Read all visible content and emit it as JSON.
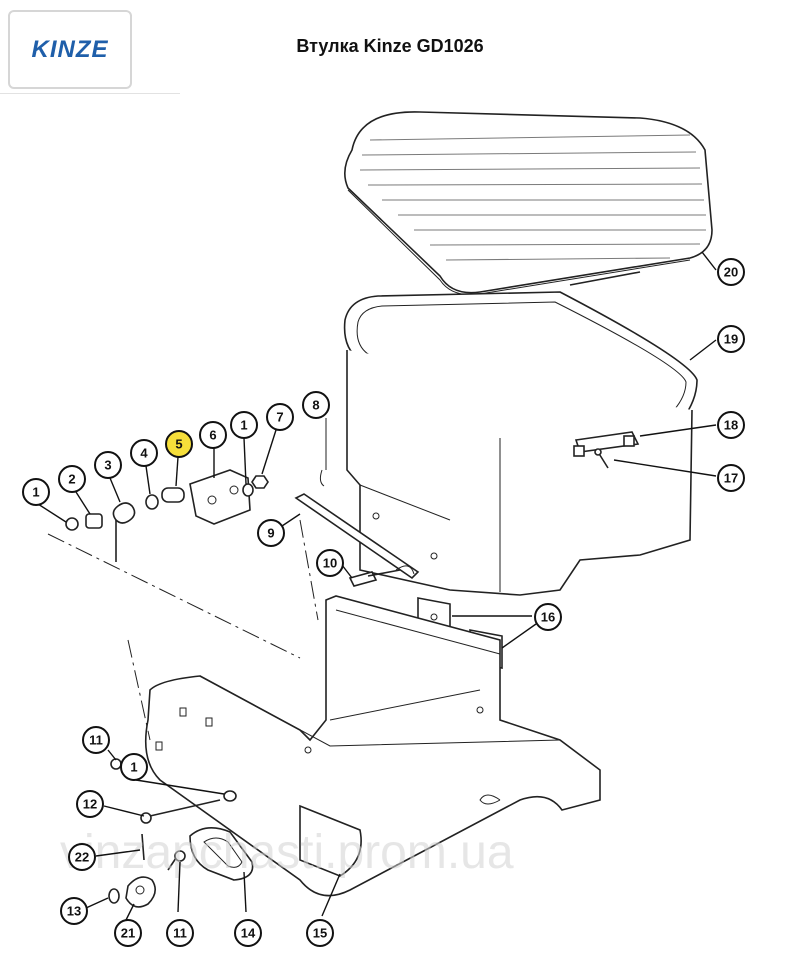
{
  "logo": {
    "text": "KINZE",
    "color": "#1f5faa"
  },
  "title": "Втулка Kinze GD1026",
  "watermark": "vinzapchasti.prom.ua",
  "highlight_color": "#f6df3a",
  "callouts": [
    {
      "id": "c1a",
      "label": "1"
    },
    {
      "id": "c2",
      "label": "2"
    },
    {
      "id": "c3",
      "label": "3"
    },
    {
      "id": "c4",
      "label": "4"
    },
    {
      "id": "c5",
      "label": "5",
      "highlighted": true
    },
    {
      "id": "c6",
      "label": "6"
    },
    {
      "id": "c1b",
      "label": "1"
    },
    {
      "id": "c7",
      "label": "7"
    },
    {
      "id": "c8",
      "label": "8"
    },
    {
      "id": "c9",
      "label": "9"
    },
    {
      "id": "c10",
      "label": "10"
    },
    {
      "id": "c11a",
      "label": "11"
    },
    {
      "id": "c12",
      "label": "12"
    },
    {
      "id": "c1c",
      "label": "1"
    },
    {
      "id": "c22",
      "label": "22"
    },
    {
      "id": "c13",
      "label": "13"
    },
    {
      "id": "c21",
      "label": "21"
    },
    {
      "id": "c11b",
      "label": "11"
    },
    {
      "id": "c14",
      "label": "14"
    },
    {
      "id": "c15",
      "label": "15"
    },
    {
      "id": "c16",
      "label": "16"
    },
    {
      "id": "c17",
      "label": "17"
    },
    {
      "id": "c18",
      "label": "18"
    },
    {
      "id": "c19",
      "label": "19"
    },
    {
      "id": "c20",
      "label": "20"
    }
  ]
}
